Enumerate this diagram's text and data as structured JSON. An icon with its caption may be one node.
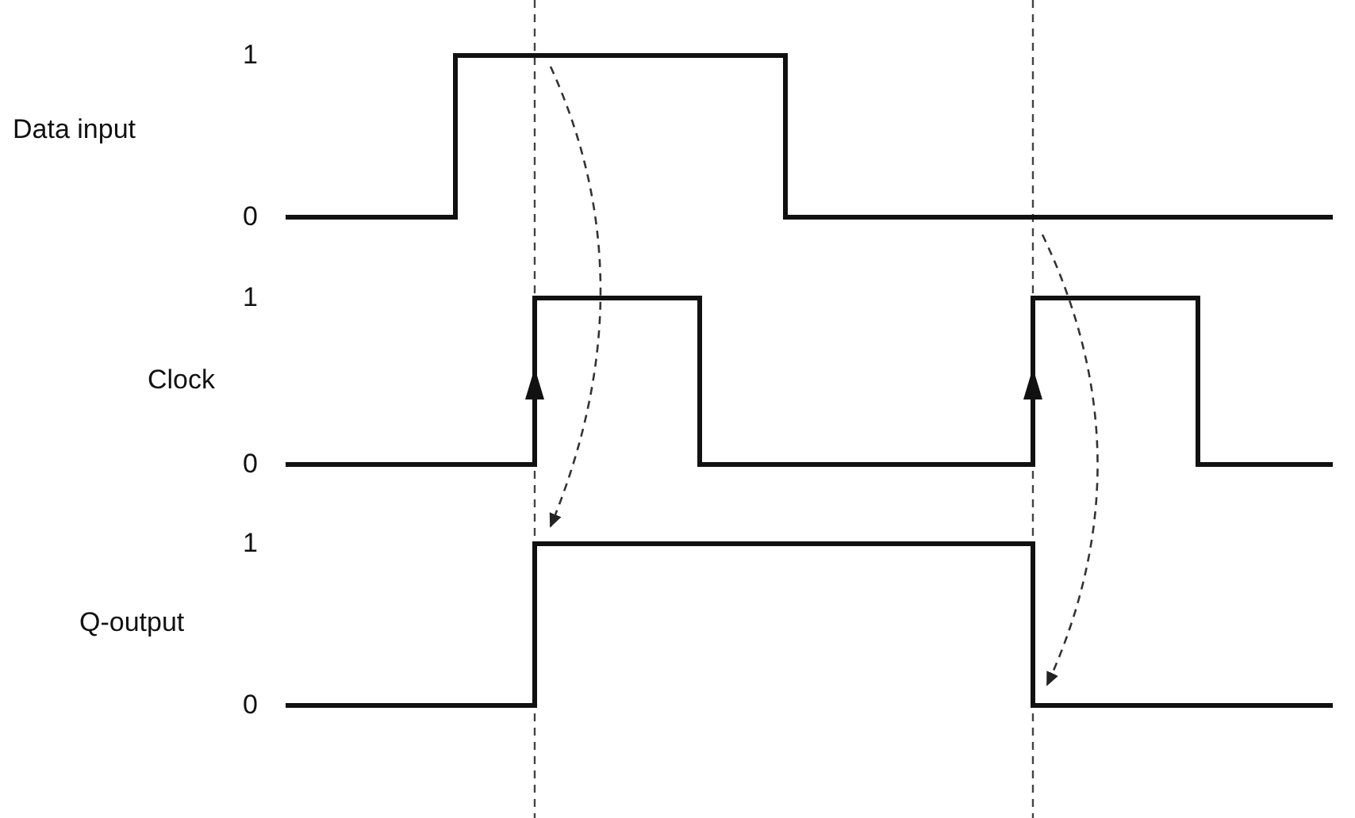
{
  "diagram": {
    "labels": [
      "1",
      "Data input",
      "0",
      "1",
      "Clock",
      "0",
      "1",
      "Q-output",
      "0"
    ]
  }
}
